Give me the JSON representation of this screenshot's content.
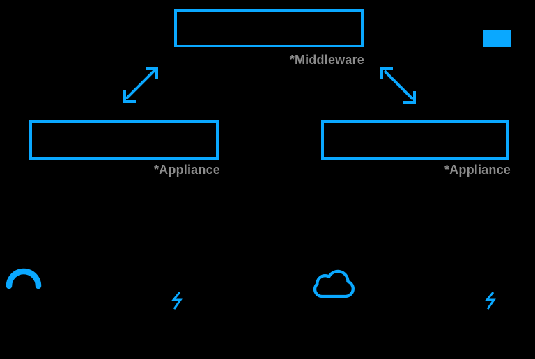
{
  "colors": {
    "accent": "#0AA8FF",
    "label": "#8B8B8B",
    "background": "#000000"
  },
  "nodes": {
    "middleware": {
      "annotation": "*Middleware"
    },
    "appliance_left": {
      "annotation": "*Appliance"
    },
    "appliance_right": {
      "annotation": "*Appliance"
    }
  },
  "legend": {
    "swatch_color": "#0AA8FF"
  },
  "icons": {
    "arrow_left": "double-headed-arrow-icon",
    "arrow_right": "double-headed-arrow-icon",
    "arc": "gauge-arc-icon",
    "bolt_left": "lightning-bolt-icon",
    "cloud": "cloud-icon",
    "bolt_right": "lightning-bolt-icon",
    "legend_swatch": "solid-blue-swatch"
  }
}
